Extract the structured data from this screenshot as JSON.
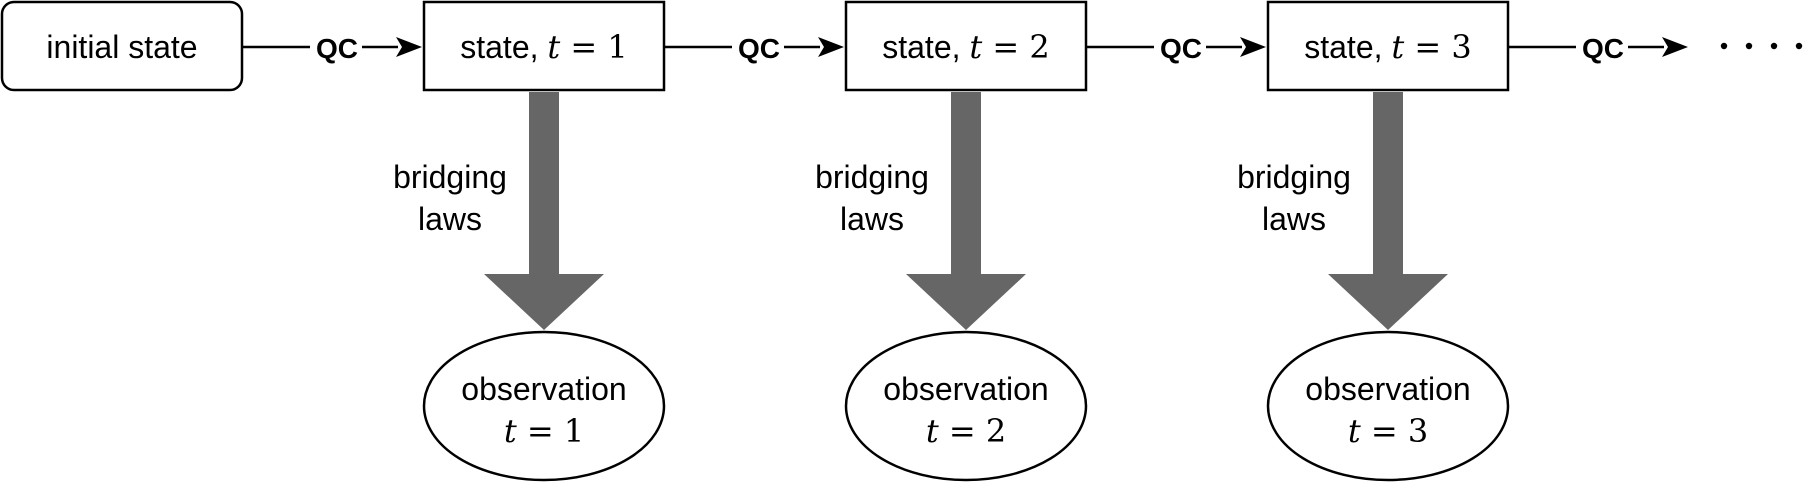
{
  "initial_state": {
    "label": "initial state"
  },
  "transition_label": "QC",
  "bridging_label": {
    "line1": "bridging",
    "line2": "laws"
  },
  "states": [
    {
      "prefix": "state, ",
      "var": "t",
      "eq": " = ",
      "value": "1"
    },
    {
      "prefix": "state, ",
      "var": "t",
      "eq": " = ",
      "value": "2"
    },
    {
      "prefix": "state, ",
      "var": "t",
      "eq": " = ",
      "value": "3"
    }
  ],
  "observations": [
    {
      "label": "observation",
      "var": "t",
      "eq": " = ",
      "value": "1"
    },
    {
      "label": "observation",
      "var": "t",
      "eq": " = ",
      "value": "2"
    },
    {
      "label": "observation",
      "var": "t",
      "eq": " = ",
      "value": "3"
    }
  ],
  "continuation": "· · · ·",
  "colors": {
    "stroke": "#000000",
    "bridging_arrow": "#666666",
    "background": "#ffffff"
  }
}
